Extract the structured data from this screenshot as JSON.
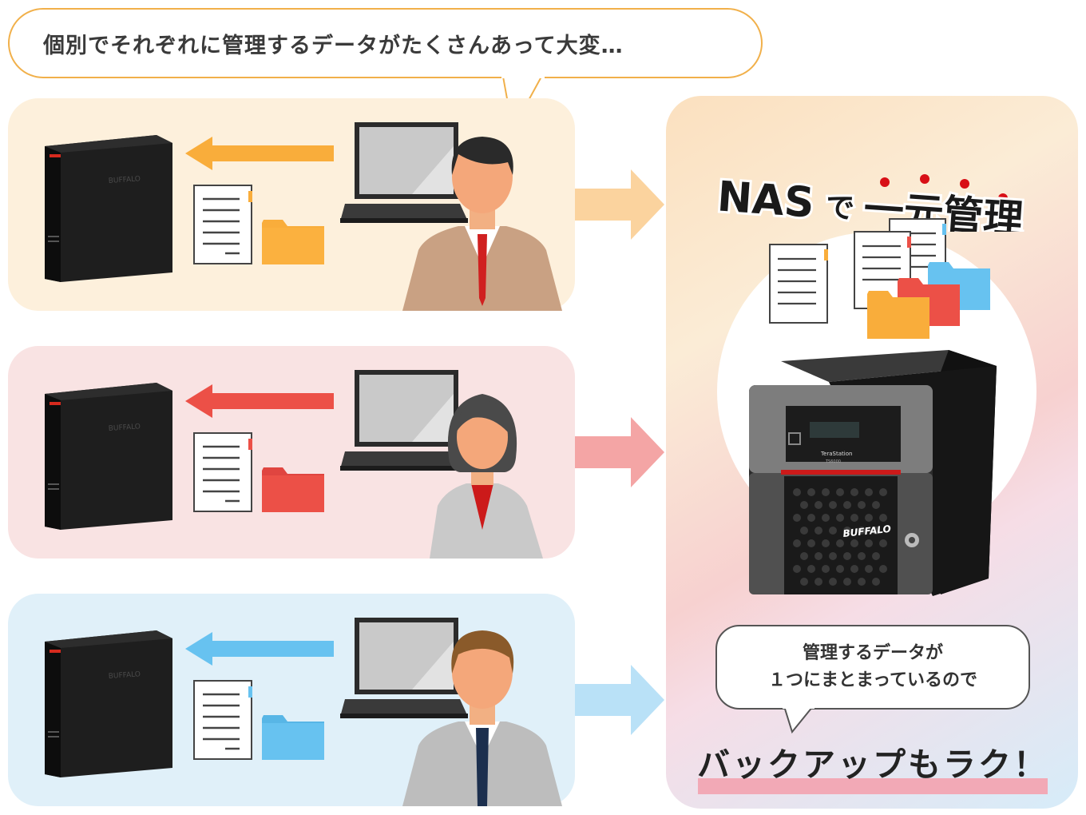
{
  "top_bubble": {
    "text": "個別でそれぞれに管理するデータがたくさんあって大変…"
  },
  "rows": [
    {
      "accent": "#f9ad3b",
      "arrow_color": "#fbd39e",
      "panel_bg": "#fdf0dc",
      "person": "man-with-red-tie"
    },
    {
      "accent": "#ec5047",
      "arrow_color": "#f4a5a5",
      "panel_bg": "#f9e3e3",
      "person": "woman"
    },
    {
      "accent": "#67c2f0",
      "arrow_color": "#b9e1f7",
      "panel_bg": "#e0f0f9",
      "person": "man-with-navy-tie"
    }
  ],
  "headline": {
    "nas": "NAS",
    "de": "で",
    "main": "一元管理"
  },
  "nas_device": {
    "brand": "BUFFALO",
    "model_line": "TeraStation",
    "model": "TS6000"
  },
  "hdd_brand": "BUFFALO",
  "bubble2": {
    "line1": "管理するデータが",
    "line2": "１つにまとまっているので"
  },
  "final": {
    "text": "バックアップもラク！",
    "highlight": "#f2a9b6"
  }
}
